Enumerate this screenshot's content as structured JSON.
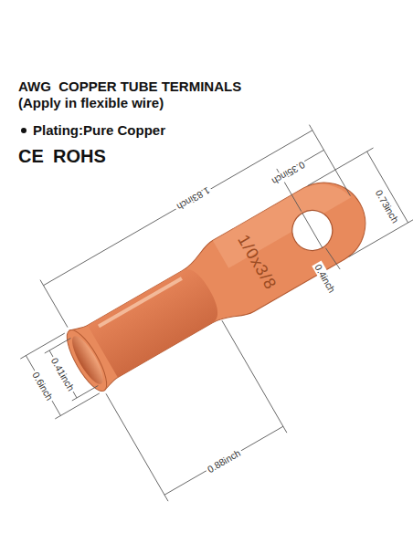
{
  "diagram": {
    "title": "AWG  COPPER TUBE TERMINALS",
    "labels": [
      "(Apply in flexible wire)",
      "Plating:Pure Copper",
      "CE",
      "ROHS",
      "1.83inch",
      "0.35inch",
      "0.73inch",
      "1/0x3/8",
      "0.4inch",
      "0.41inch",
      "0.6inch",
      "0.88inch"
    ]
  }
}
